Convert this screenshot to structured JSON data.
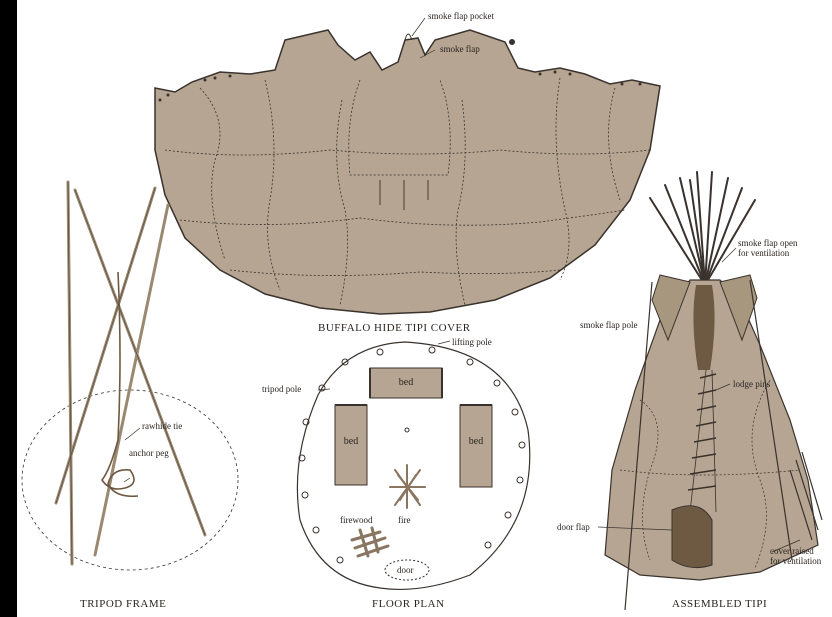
{
  "captions": {
    "cover": "BUFFALO HIDE TIPI COVER",
    "tripod": "TRIPOD FRAME",
    "floor": "FLOOR PLAN",
    "assembled": "ASSEMBLED TIPI"
  },
  "labels": {
    "smoke_flap_pocket": "smoke flap pocket",
    "smoke_flap": "smoke flap",
    "lifting_pole": "lifting pole",
    "tripod_pole": "tripod pole",
    "bed": "bed",
    "fire": "fire",
    "firewood": "firewood",
    "door": "door",
    "rawhide_tie": "rawhide tie",
    "anchor_peg": "anchor peg",
    "smoke_flap_open_line1": "smoke flap open",
    "smoke_flap_open_line2": "for ventilation",
    "smoke_flap_pole": "smoke flap pole",
    "lodge_pins": "lodge pins",
    "door_flap": "door flap",
    "cover_raised_line1": "cover raised",
    "cover_raised_line2": "for ventilation"
  },
  "colors": {
    "background": "#000000",
    "panel": "#ffffff",
    "hide": "#b5a592",
    "ink": "#3a322c",
    "dark_hide": "#6e5a42"
  }
}
